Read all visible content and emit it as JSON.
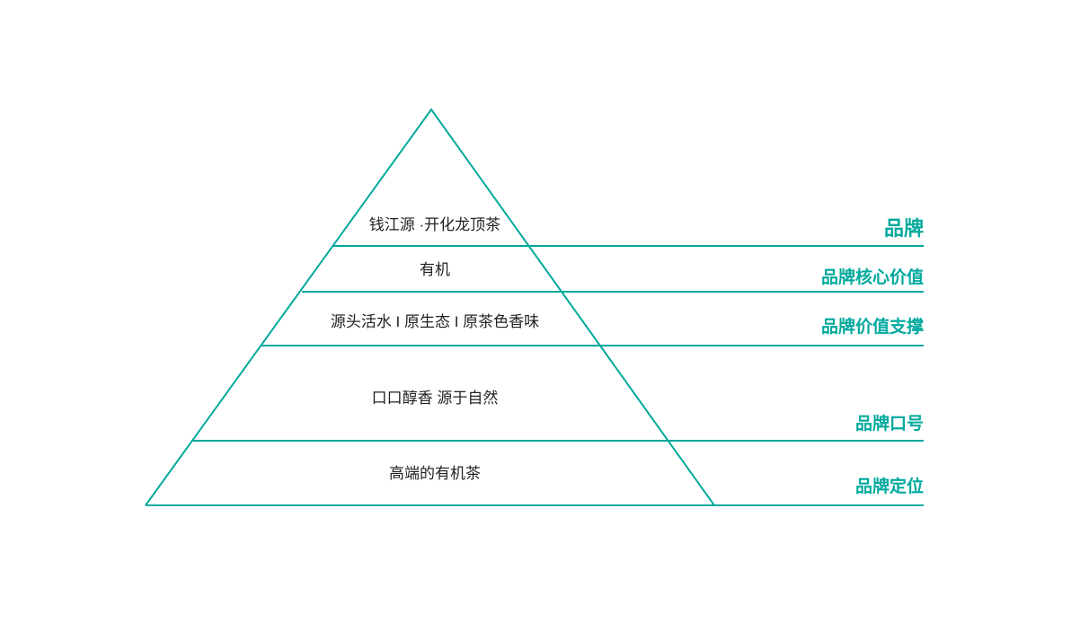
{
  "diagram": {
    "colors": {
      "accent": "#00A99D",
      "text": "#231F20"
    },
    "levels": [
      {
        "content": "钱江源 ·开化龙顶茶",
        "label": "品牌"
      },
      {
        "content": "有机",
        "label": "品牌核心价值"
      },
      {
        "content": "源头活水 I 原生态 I 原茶色香味",
        "label": "品牌价值支撑"
      },
      {
        "content": "口口醇香 源于自然",
        "label": "品牌口号"
      },
      {
        "content": "高端的有机茶",
        "label": "品牌定位"
      }
    ]
  }
}
